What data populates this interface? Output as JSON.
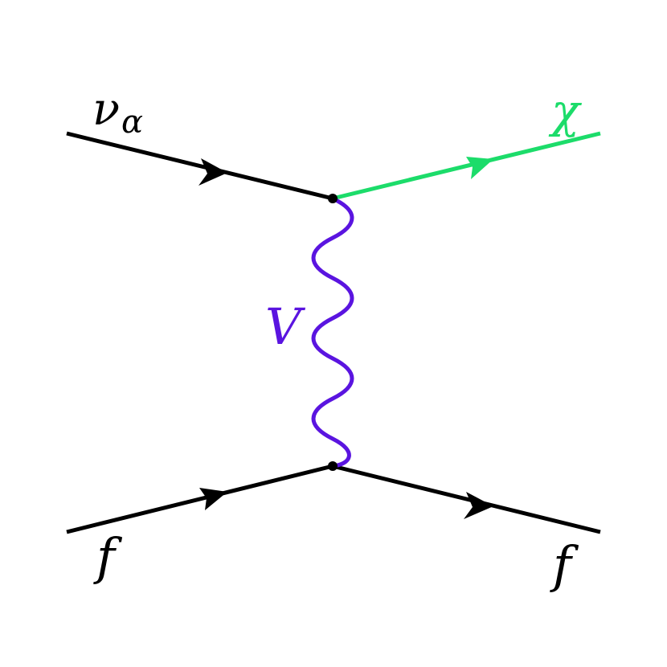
{
  "diagram": {
    "type": "feynman-diagram",
    "labels": {
      "incoming_neutrino": "ν",
      "incoming_neutrino_subscript": "α",
      "outgoing_dark_fermion": "χ",
      "mediator": "V",
      "incoming_fermion": "f",
      "outgoing_fermion": "f"
    },
    "lines": [
      {
        "id": "nu-in",
        "kind": "fermion",
        "from": "in-top",
        "to": "vertex-top",
        "color": "#000000"
      },
      {
        "id": "chi-out",
        "kind": "fermion",
        "from": "vertex-top",
        "to": "out-top",
        "color": "#1cdc6a"
      },
      {
        "id": "mediator",
        "kind": "boson-wavy",
        "from": "vertex-top",
        "to": "vertex-bottom",
        "color": "#5a14e0"
      },
      {
        "id": "f-in",
        "kind": "fermion",
        "from": "in-bottom",
        "to": "vertex-bottom",
        "color": "#000000"
      },
      {
        "id": "f-out",
        "kind": "fermion",
        "from": "vertex-bottom",
        "to": "out-bottom",
        "color": "#000000"
      }
    ],
    "colors": {
      "standard": "#000000",
      "dark_fermion": "#1cdc6a",
      "mediator": "#5a14e0"
    }
  }
}
